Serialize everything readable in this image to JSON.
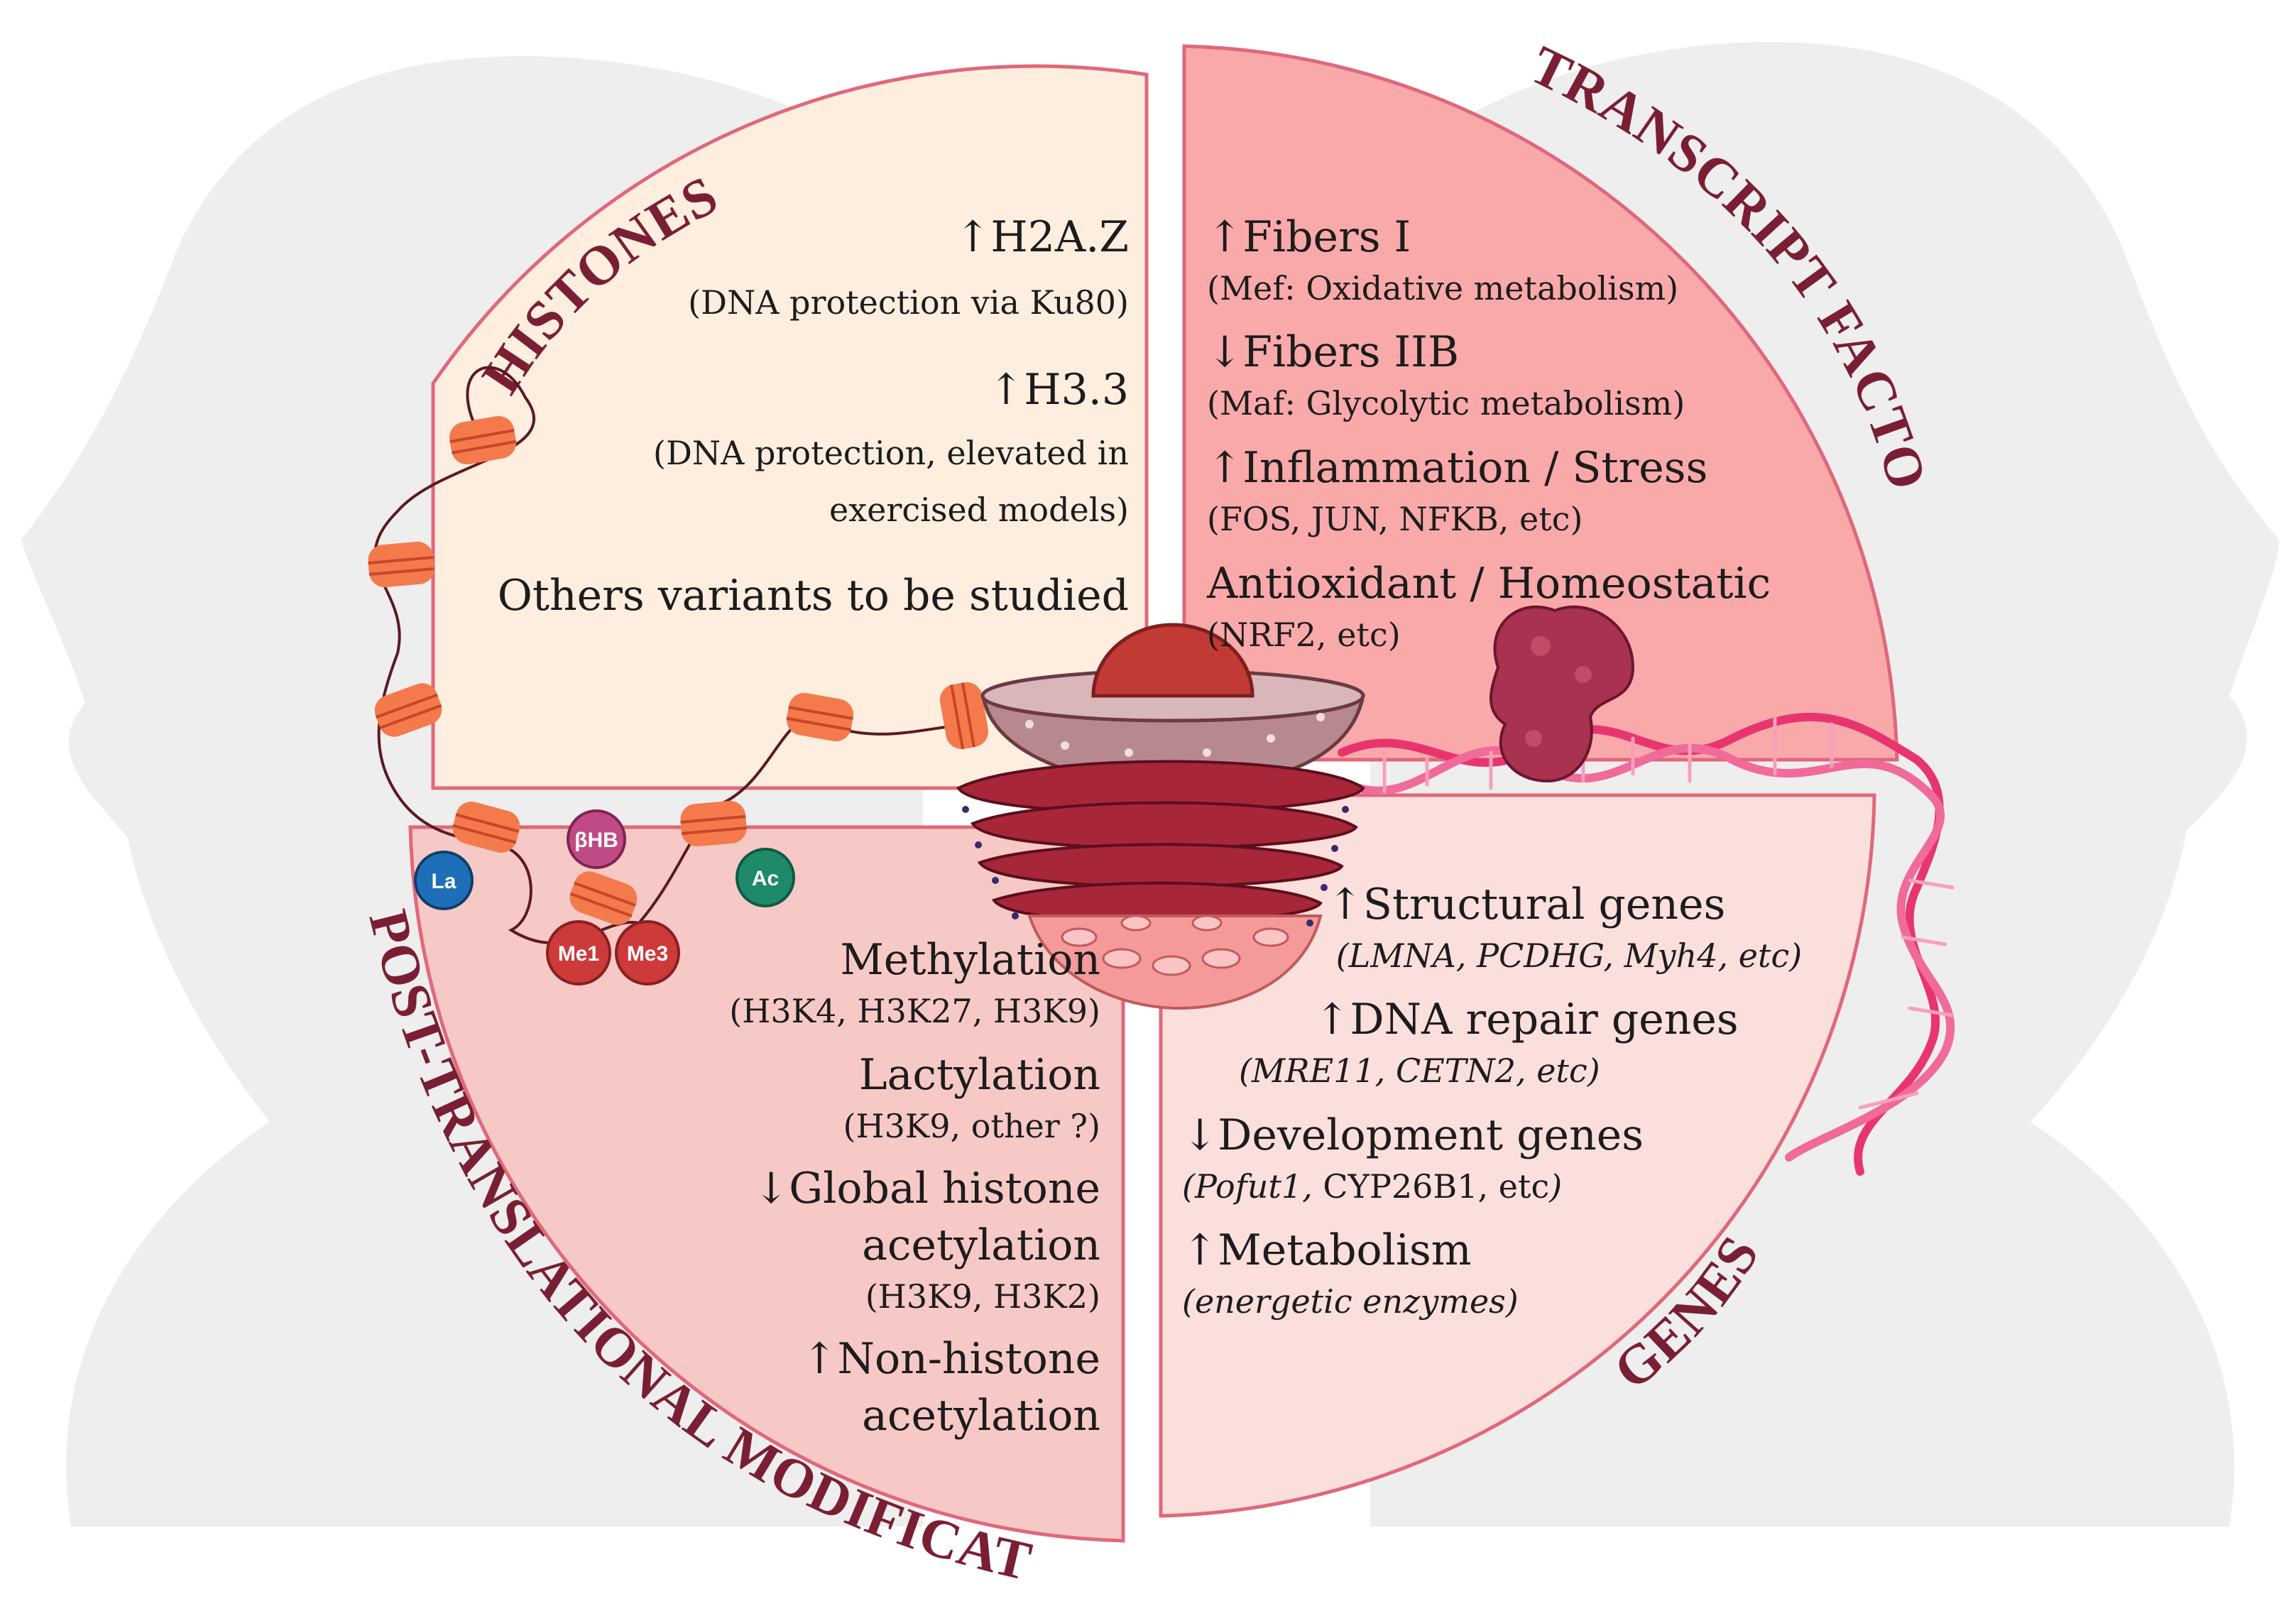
{
  "quadrants": {
    "histones": {
      "title": "HISTONES",
      "h2az": "↑H2A.Z",
      "h2az_note": "(DNA protection via Ku80)",
      "h33": "↑H3.3",
      "h33_note_1": "(DNA protection, elevated in",
      "h33_note_2": "exercised models)",
      "others": "Others variants to be studied"
    },
    "transcript_factors": {
      "title": "TRANSCRIPT FACTORS",
      "fibers1": "↑Fibers I",
      "fibers1_note": "(Mef: Oxidative metabolism)",
      "fibers2b": "↓Fibers IIB",
      "fibers2b_note": "(Maf: Glycolytic metabolism)",
      "inflammation": "↑Inflammation / Stress",
      "inflammation_note": "(FOS, JUN, NFKB, etc)",
      "antioxidant": "Antioxidant / Homeostatic",
      "antioxidant_note": "(NRF2, etc)"
    },
    "ptm": {
      "title": "POST-TRANSLATIONAL MODIFICATIONS",
      "methylation": "Methylation",
      "methylation_note": "(H3K4, H3K27, H3K9)",
      "lactylation": "Lactylation",
      "lactylation_note": "(H3K9, other ?)",
      "global_acetylation_1": "↓Global histone",
      "global_acetylation_2": "acetylation",
      "global_acetylation_note": "(H3K9, H3K2)",
      "non_histone_1": "↑Non-histone",
      "non_histone_2": "acetylation"
    },
    "genes": {
      "title": "GENES",
      "structural": "↑Structural genes",
      "structural_note": "(LMNA, PCDHG, Myh4, etc)",
      "dna_repair": "↑DNA repair genes",
      "dna_repair_note": "(MRE11, CETN2, etc)",
      "development": "↓Development genes",
      "development_note_a": "(Pofut1,",
      "development_note_b": " CYP26B1, etc",
      "development_note_c": ")",
      "metabolism": "↑Metabolism",
      "metabolism_note": "(energetic enzymes)"
    }
  },
  "modification_chips": [
    {
      "label": "La",
      "color": "#1f6fb8"
    },
    {
      "label": "βHB",
      "color": "#c04a86"
    },
    {
      "label": "Ac",
      "color": "#1e8a6a"
    },
    {
      "label": "Me1",
      "color": "#cc3a3a"
    },
    {
      "label": "Me3",
      "color": "#cc3a3a"
    }
  ],
  "colors": {
    "histones_fill": "#fdeee0",
    "tf_fill": "#f9a9aa",
    "ptm_fill": "#f7c9c6",
    "genes_fill": "#fbdfdc",
    "border": "#e0687a",
    "title": "#7a1f33",
    "nucleosome": "#f47a4c",
    "dna_helix": "#e8356f"
  }
}
